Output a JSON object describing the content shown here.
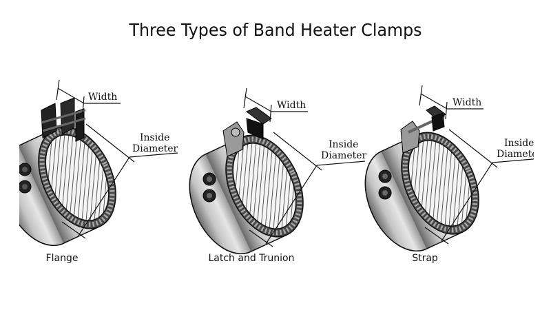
{
  "title": "Three Types of Band Heater Clamps",
  "heaters": [
    {
      "type": "Flange",
      "width_label": "Width",
      "id_label_1": "Inside",
      "id_label_2": "Diameter"
    },
    {
      "type": "Latch and Trunion",
      "width_label": "Width",
      "id_label_1": "Inside",
      "id_label_2": "Diameter"
    },
    {
      "type": "Strap",
      "width_label": "Width",
      "id_label_1": "Inside",
      "id_label_2": "Diameter"
    }
  ]
}
